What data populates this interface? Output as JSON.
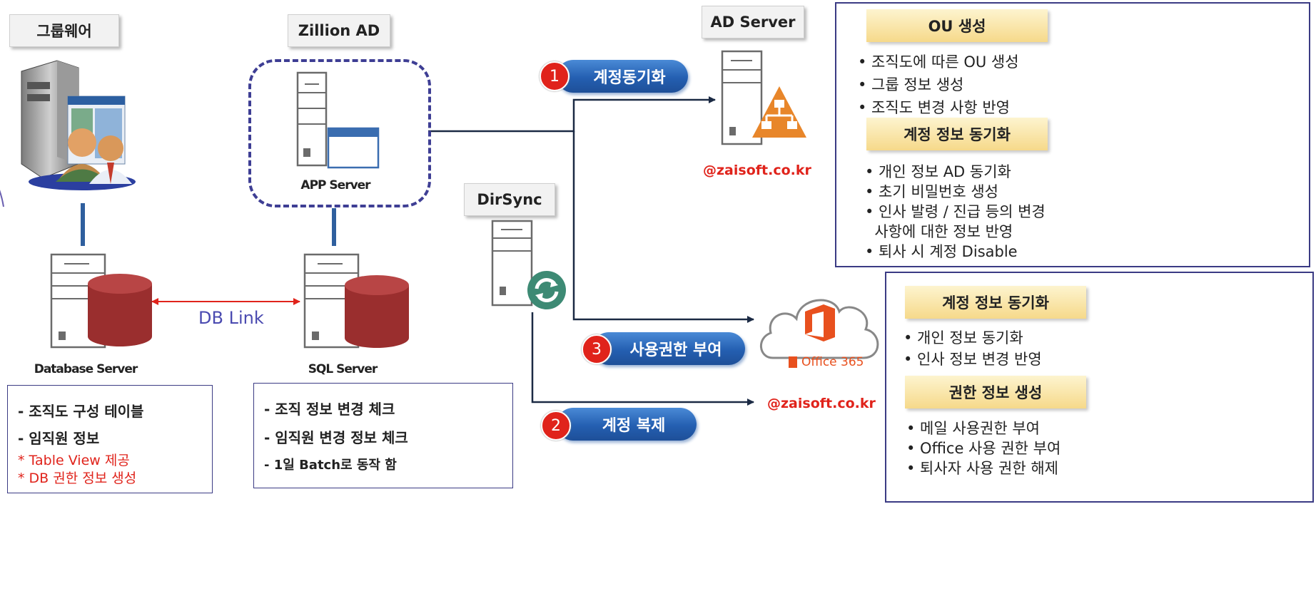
{
  "labels": {
    "groupware": "그룹웨어",
    "zillion_ad": "Zillion AD",
    "ad_server": "AD Server",
    "dirsync": "DirSync"
  },
  "captions": {
    "app_server": "APP Server",
    "database_server": "Database Server",
    "sql_server": "SQL Server",
    "db_link": "DB Link",
    "domain_ad": "@zaisoft.co.kr",
    "domain_cloud": "@zaisoft.co.kr",
    "office365": "Office 365"
  },
  "steps": [
    {
      "num": "1",
      "label": "계정동기화"
    },
    {
      "num": "3",
      "label": "사용권한 부여"
    },
    {
      "num": "2",
      "label": "계정 복제"
    }
  ],
  "db_notes": {
    "items": [
      "- 조직도 구성 테이블",
      "- 임직원 정보"
    ],
    "red_items": [
      "* Table View 제공",
      "* DB 권한 정보 생성"
    ]
  },
  "sql_notes": {
    "items": [
      "- 조직 정보 변경 체크",
      "- 임직원 변경 정보 체크",
      "- 1일 Batch로 동작 함"
    ]
  },
  "panel_top": {
    "sections": [
      {
        "title": "OU 생성",
        "items": [
          "• 조직도에 따른 OU  생성",
          "• 그룹 정보 생성",
          "• 조직도 변경 사항 반영"
        ]
      },
      {
        "title": "계정 정보 동기화",
        "items": [
          "• 개인 정보 AD 동기화",
          "• 초기 비밀번호 생성",
          "• 인사 발령 / 진급 등의 변경",
          "  사항에 대한 정보 반영",
          "• 퇴사 시 계정 Disable"
        ]
      }
    ]
  },
  "panel_bottom": {
    "sections": [
      {
        "title": "계정 정보 동기화",
        "items": [
          "• 개인 정보 동기화",
          "• 인사 정보 변경 반영"
        ]
      },
      {
        "title": "권한 정보 생성",
        "items": [
          "• 메일 사용권한 부여",
          "• Office 사용 권한 부여",
          "• 퇴사자 사용 권한 해제"
        ]
      }
    ]
  },
  "colors": {
    "pill_blue": "#245fb1",
    "badge_red": "#e0231b",
    "panel_border": "#3b3b84",
    "header_gold": "#f6d98a",
    "db_red": "#9a2e2e",
    "ad_orange": "#e8862a",
    "office_orange": "#e8501e"
  },
  "icons": [
    "groupware-server-icon",
    "server-icon",
    "database-icon",
    "org-chart-icon",
    "sync-icon",
    "cloud-icon",
    "office365-icon"
  ]
}
